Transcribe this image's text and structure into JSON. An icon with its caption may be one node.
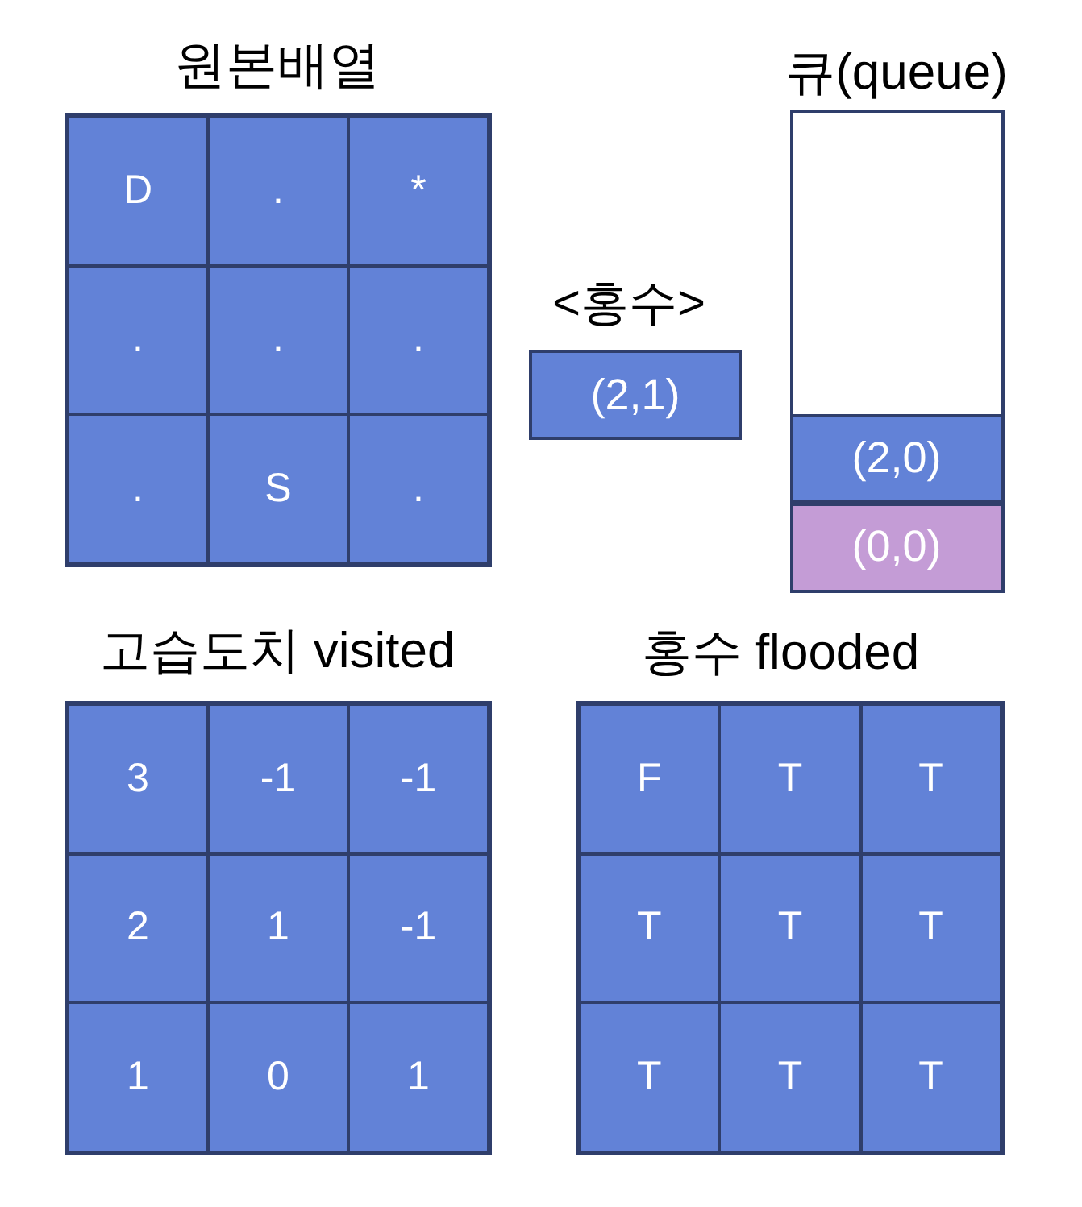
{
  "diagram": {
    "nodes": [
      {
        "text": [
          "원본배열"
        ]
      },
      {
        "text": [
          "D"
        ],
        "in": 0
      },
      {
        "text": [
          "."
        ],
        "in": 0
      },
      {
        "text": [
          "*"
        ],
        "in": 0
      },
      {
        "text": [
          "."
        ],
        "in": 0
      },
      {
        "text": [
          "."
        ],
        "in": 0
      },
      {
        "text": [
          "."
        ],
        "in": 0
      },
      {
        "text": [
          "."
        ],
        "in": 0
      },
      {
        "text": [
          "S"
        ],
        "in": 0
      },
      {
        "text": [
          "."
        ],
        "in": 0
      },
      {
        "text": [
          "<홍수>",
          "(2,1)"
        ]
      },
      {
        "text": [
          "큐(queue)"
        ]
      },
      {
        "text": [
          "(2,0)"
        ],
        "in": 11
      },
      {
        "text": [
          "(0,0)"
        ],
        "in": 11
      },
      {
        "text": [
          "고습도치 visited"
        ]
      },
      {
        "text": [
          "3"
        ],
        "in": 14
      },
      {
        "text": [
          "-1"
        ],
        "in": 14
      },
      {
        "text": [
          "-1"
        ],
        "in": 14
      },
      {
        "text": [
          "2"
        ],
        "in": 14
      },
      {
        "text": [
          "1"
        ],
        "in": 14
      },
      {
        "text": [
          "-1"
        ],
        "in": 14
      },
      {
        "text": [
          "1"
        ],
        "in": 14
      },
      {
        "text": [
          "0"
        ],
        "in": 14
      },
      {
        "text": [
          "1"
        ],
        "in": 14
      },
      {
        "text": [
          "홍수 flooded"
        ]
      },
      {
        "text": [
          "F"
        ],
        "in": 24
      },
      {
        "text": [
          "T"
        ],
        "in": 24
      },
      {
        "text": [
          "T"
        ],
        "in": 24
      },
      {
        "text": [
          "T"
        ],
        "in": 24
      },
      {
        "text": [
          "T"
        ],
        "in": 24
      },
      {
        "text": [
          "T"
        ],
        "in": 24
      },
      {
        "text": [
          "T"
        ],
        "in": 24
      },
      {
        "text": [
          "T"
        ],
        "in": 24
      },
      {
        "text": [
          "T"
        ],
        "in": 24
      }
    ]
  }
}
